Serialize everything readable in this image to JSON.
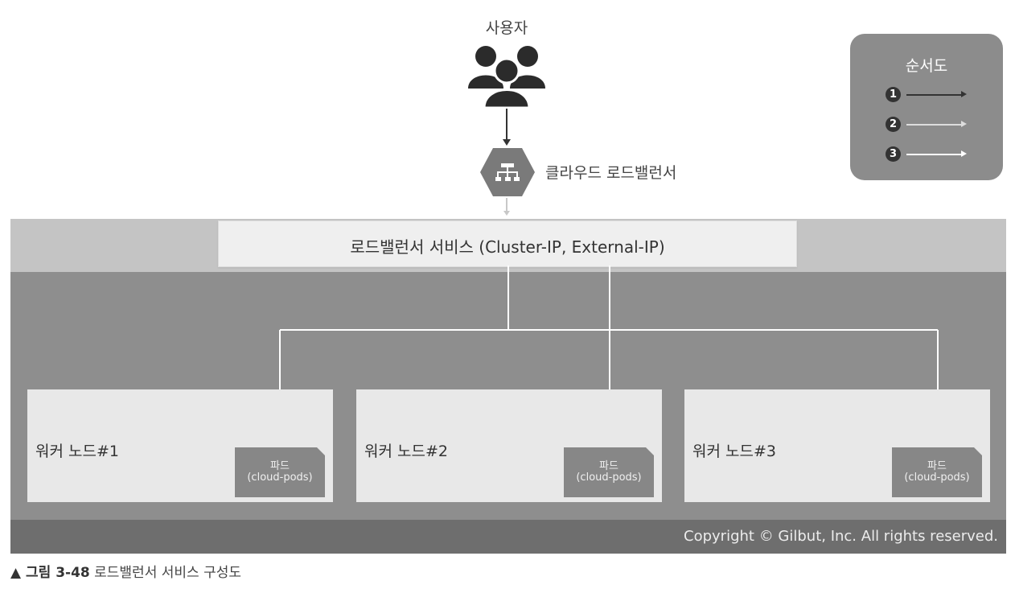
{
  "user": {
    "label": "사용자",
    "icon": "users-group-icon"
  },
  "load_balancer": {
    "label": "클라우드 로드밸런서",
    "icon": "load-balancer-icon"
  },
  "legend": {
    "title": "순서도",
    "items": [
      {
        "num": "1",
        "color": "#333333"
      },
      {
        "num": "2",
        "color": "#dddddd"
      },
      {
        "num": "3",
        "color": "#ffffff"
      }
    ]
  },
  "service": {
    "label": "로드밸런서 서비스 (Cluster-IP, External-IP)"
  },
  "nodes": [
    {
      "label": "워커 노드#1",
      "pod_name": "파드",
      "pod_sub": "(cloud-pods)"
    },
    {
      "label": "워커 노드#2",
      "pod_name": "파드",
      "pod_sub": "(cloud-pods)"
    },
    {
      "label": "워커 노드#3",
      "pod_name": "파드",
      "pod_sub": "(cloud-pods)"
    }
  ],
  "copyright": "Copyright © Gilbut, Inc. All rights reserved.",
  "caption": {
    "prefix": "▲ 그림 3-48",
    "text": " 로드밸런서 서비스 구성도"
  }
}
